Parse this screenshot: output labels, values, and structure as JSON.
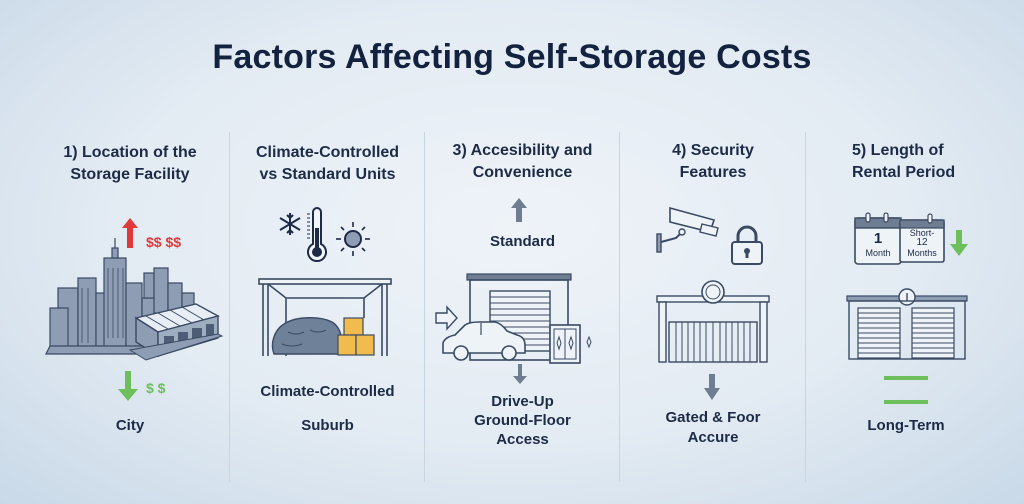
{
  "title": "Factors Affecting Self-Storage Costs",
  "colors": {
    "title": "#13233f",
    "text": "#1d2b47",
    "line_art": "#3a4a63",
    "price_up_red": "#e0393b",
    "price_down_green": "#6cbf5a",
    "neutral_arrow": "#6f7d92",
    "box_orange": "#f2bb4e",
    "tarp_blue": "#6f8199"
  },
  "columns": [
    {
      "heading_line1": "1) Location of the",
      "heading_line2": "Storage Facility",
      "price_up": "$$ $$",
      "price_down": "$ $",
      "label": "City",
      "icons": [
        "arrow-up-icon",
        "city-skyline-icon",
        "storage-building-icon",
        "arrow-down-icon"
      ]
    },
    {
      "heading_line1": "Climate-Controlled",
      "heading_line2": "vs Standard Units",
      "label_line1": "Climate-Controlled",
      "label_line2": "Suburb",
      "icons": [
        "snowflake-icon",
        "thermometer-icon",
        "sun-icon",
        "storage-unit-icon",
        "covered-furniture-icon",
        "boxes-icon"
      ]
    },
    {
      "heading_line1": "3) Accesibility and",
      "heading_line2": "Convenience",
      "top_label": "Standard",
      "label_line1": "Drive-Up",
      "label_line2": "Ground-Floor",
      "label_line3": "Access",
      "icons": [
        "arrow-up-icon",
        "garage-icon",
        "car-icon",
        "door-icon",
        "arrow-right-icon",
        "arrow-down-icon"
      ]
    },
    {
      "heading_line1": "4) Security",
      "heading_line2": "Features",
      "label_line1": "Gated & Foor",
      "label_line2": "Accure",
      "icons": [
        "security-camera-icon",
        "padlock-icon",
        "gate-icon",
        "arrow-down-icon"
      ]
    },
    {
      "heading_line1": "5) Length of",
      "heading_line2": "Rental Period",
      "calendar1_number": "1",
      "calendar1_text": "Month",
      "calendar2_line1": "Short-",
      "calendar2_line2": "12",
      "calendar2_line3": "Months",
      "label": "Long-Term",
      "icons": [
        "calendar-icon",
        "arrow-down-icon",
        "storage-units-icon",
        "equals-icon"
      ]
    }
  ]
}
